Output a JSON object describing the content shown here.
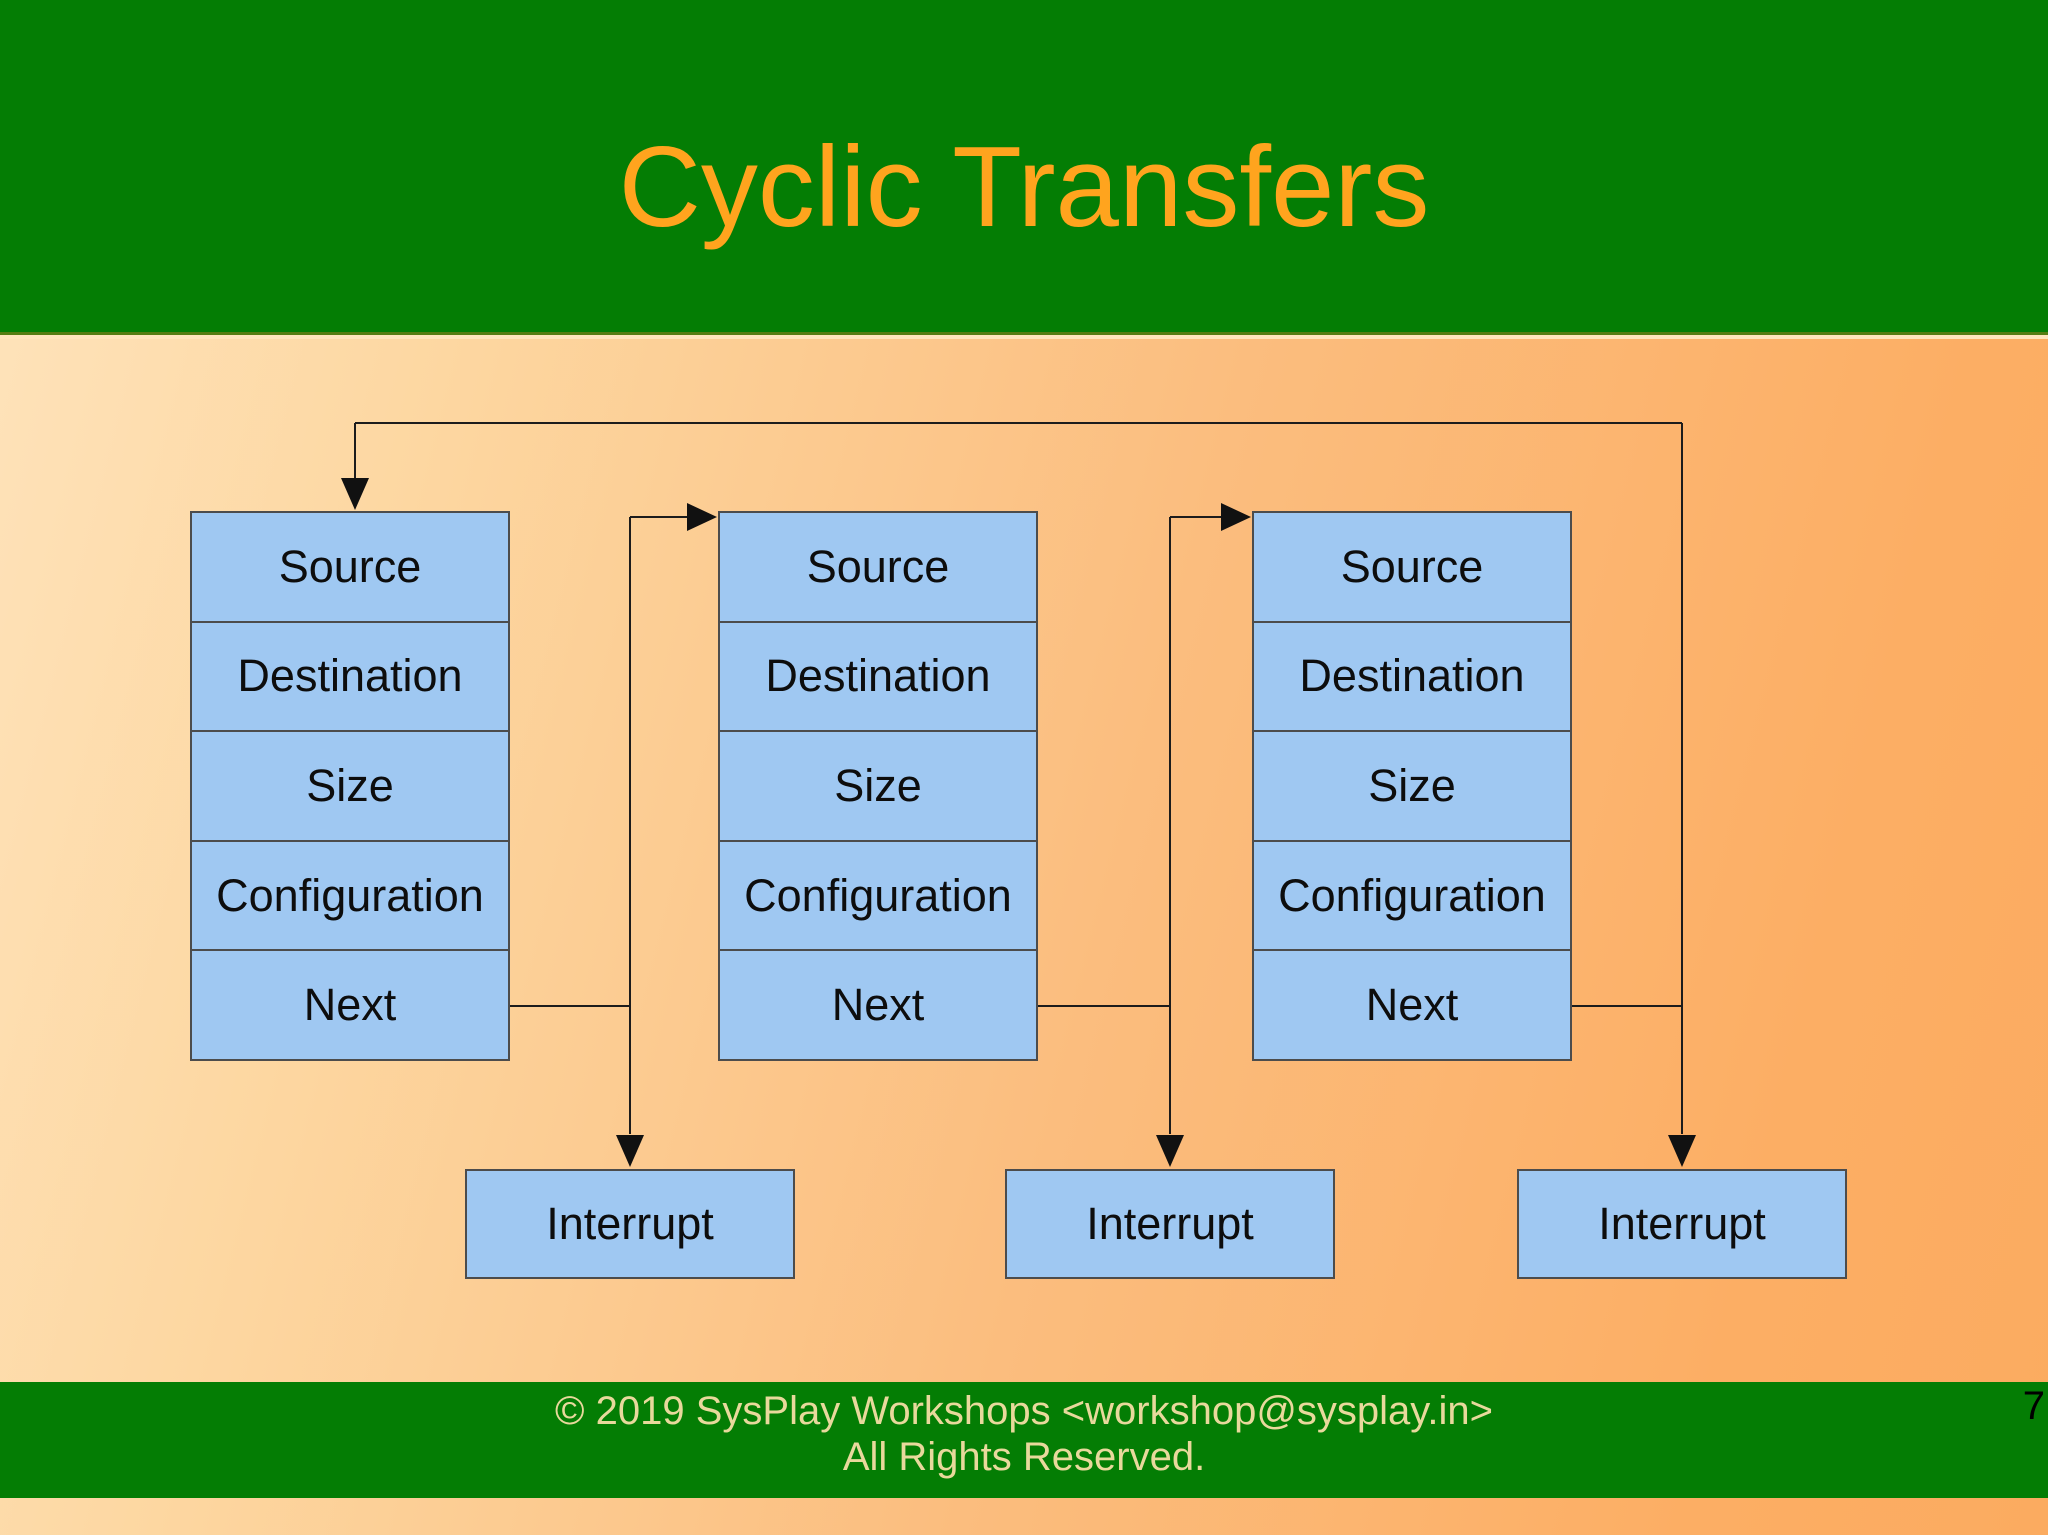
{
  "slide": {
    "title": "Cyclic Transfers",
    "page_number": "7",
    "footer_line1": "© 2019 SysPlay Workshops <workshop@sysplay.in>",
    "footer_line2": "All Rights Reserved.",
    "colors": {
      "header_green": "#047d04",
      "header_edge_dark": "#567d12",
      "header_edge_light": "#ffe5bd",
      "title_orange": "#ffa41e",
      "box_fill": "#9fc8f2",
      "box_border": "#4c4c4c",
      "connector_black": "#1c1c1c",
      "footer_text": "#e8d99c",
      "background_left": "#fdd9a4",
      "background_right": "#fcae64",
      "page_number_color": "#000000"
    }
  },
  "diagram": {
    "descriptor_blocks": [
      {
        "id": "block-1",
        "rows": [
          "Source",
          "Destination",
          "Size",
          "Configuration",
          "Next"
        ]
      },
      {
        "id": "block-2",
        "rows": [
          "Source",
          "Destination",
          "Size",
          "Configuration",
          "Next"
        ]
      },
      {
        "id": "block-3",
        "rows": [
          "Source",
          "Destination",
          "Size",
          "Configuration",
          "Next"
        ]
      }
    ],
    "interrupt_boxes": [
      "Interrupt",
      "Interrupt",
      "Interrupt"
    ],
    "connections": [
      "block-1.Next -> block-2.top",
      "block-1.Next -> interrupt-1",
      "block-2.Next -> block-3.top",
      "block-2.Next -> interrupt-2",
      "block-3.Next -> block-1.top (cycle)",
      "block-3.Next -> interrupt-3"
    ]
  }
}
